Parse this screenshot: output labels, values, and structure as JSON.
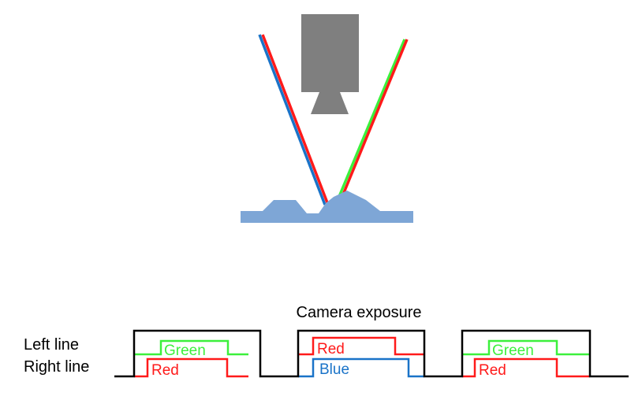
{
  "colors": {
    "camera": "#7f7f7f",
    "sample": "#7ea6d6",
    "red": "#ff1a1a",
    "green": "#3cf03c",
    "blue": "#1a73c8",
    "exposure": "#000000",
    "text": "#000000"
  },
  "labels": {
    "camera_exposure": "Camera exposure",
    "left_line": "Left line",
    "right_line": "Right line"
  },
  "frames": [
    {
      "left_signal": {
        "text": "Green",
        "color": "green"
      },
      "right_signal": {
        "text": "Red",
        "color": "red"
      }
    },
    {
      "left_signal": {
        "text": "Red",
        "color": "red"
      },
      "right_signal": {
        "text": "Blue",
        "color": "blue"
      }
    },
    {
      "left_signal": {
        "text": "Green",
        "color": "green"
      },
      "right_signal": {
        "text": "Red",
        "color": "red"
      }
    }
  ]
}
